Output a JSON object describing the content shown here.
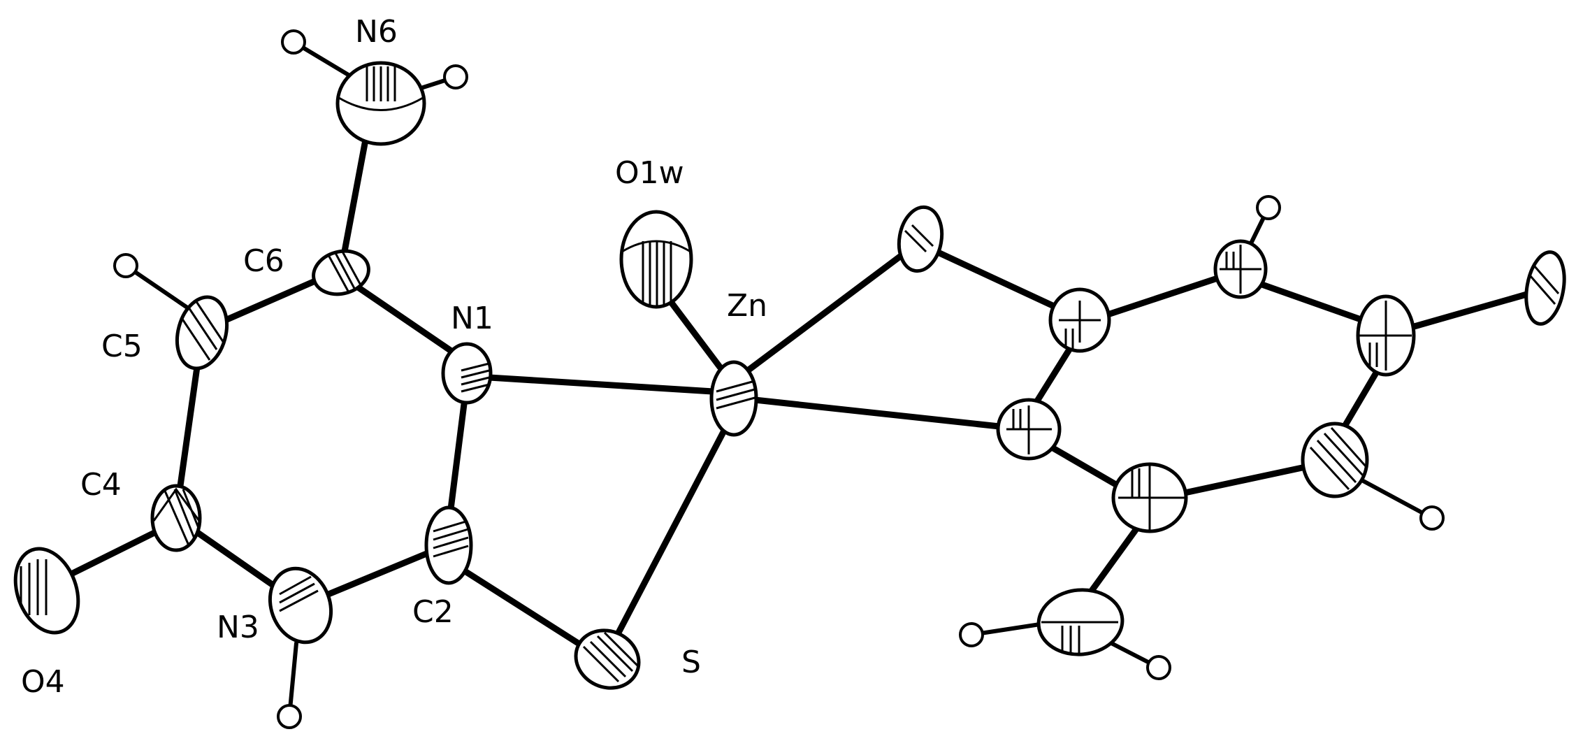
{
  "labels": {
    "N6": "N6",
    "O1w": "O1w",
    "C6": "C6",
    "N1": "N1",
    "Zn": "Zn",
    "C5": "C5",
    "C4": "C4",
    "O4": "O4",
    "N3": "N3",
    "C2": "C2",
    "S": "S"
  }
}
